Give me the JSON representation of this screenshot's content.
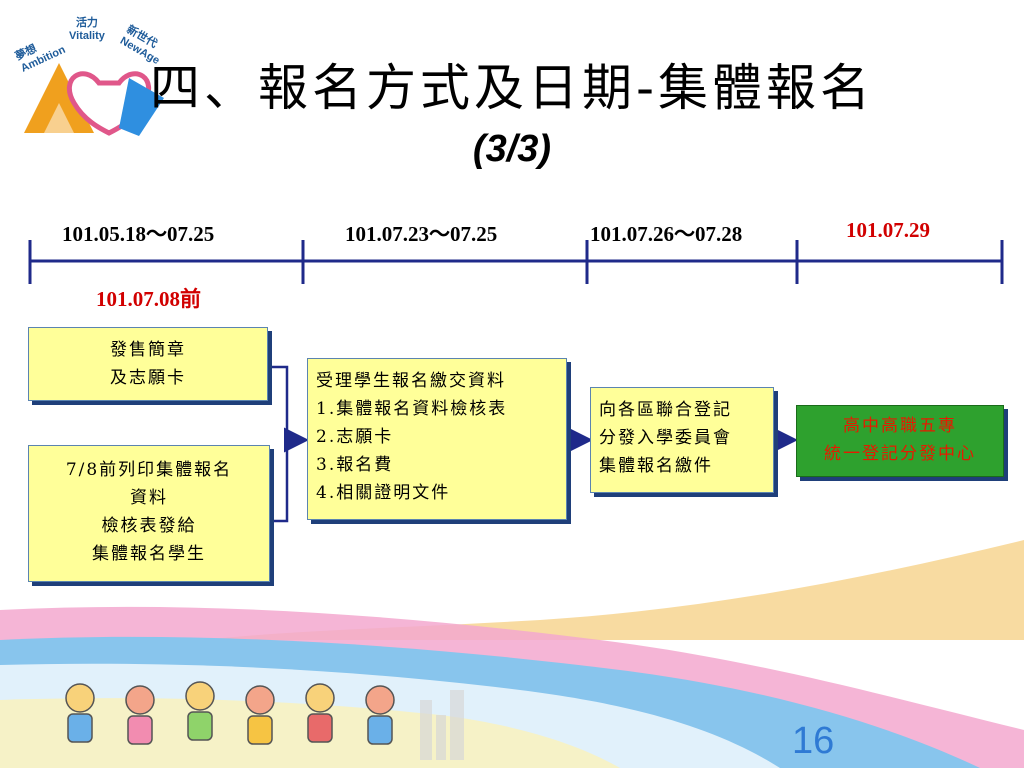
{
  "logo": {
    "words": [
      {
        "zh": "夢想",
        "en": "Ambition"
      },
      {
        "zh": "活力",
        "en": "Vitality"
      },
      {
        "zh": "新世代",
        "en": "NewAge"
      }
    ]
  },
  "header": {
    "title": "四、報名方式及日期-集體報名",
    "subtitle": "(3/3)"
  },
  "timeline": {
    "dates": [
      "101.05.18～07.25",
      "101.07.23～07.25",
      "101.07.26～07.28",
      "101.07.29"
    ],
    "sub_date": "101.07.08前",
    "colors": {
      "line": "#1f2a8a",
      "highlight": "#d10000"
    }
  },
  "boxes": {
    "sale": [
      "發售簡章",
      "及志願卡"
    ],
    "print": [
      "7/8前列印集體報名",
      "資料",
      "檢核表發給",
      "集體報名學生"
    ],
    "accept": [
      "受理學生報名繳交資料",
      "1.集體報名資料檢核表",
      "2.志願卡",
      "3.報名費",
      "4.相關證明文件"
    ],
    "district": [
      "向各區聯合登記",
      "分發入學委員會",
      "集體報名繳件"
    ],
    "center": [
      "高中高職五專",
      "統一登記分發中心"
    ]
  },
  "footer": {
    "page_number": "16"
  }
}
